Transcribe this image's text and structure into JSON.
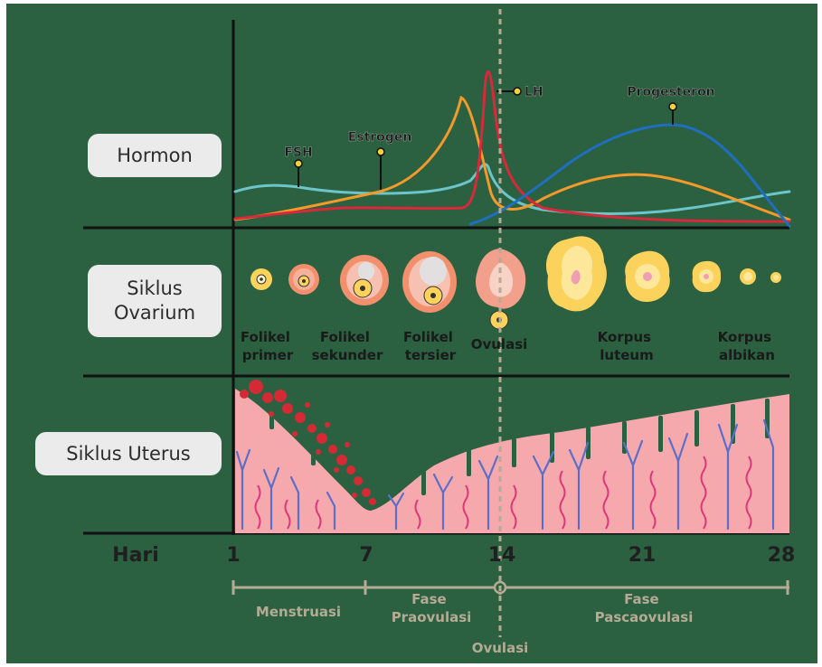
{
  "rows": {
    "hormone": "Hormon",
    "ovary": "Siklus\nOvarium",
    "uterus": "Siklus Uterus"
  },
  "hormones": {
    "fsh": "FSH",
    "estrogen": "Estrogen",
    "lh": "LH",
    "progesterone": "Progesteron"
  },
  "ovary_stages": [
    "Folikel\nprimer",
    "Folikel\nsekunder",
    "Folikel\ntersier",
    "Ovulasi",
    "Korpus\nluteum",
    "Korpus\nalbikan"
  ],
  "axis": {
    "label": "Hari",
    "ticks": [
      "1",
      "7",
      "14",
      "21",
      "28"
    ]
  },
  "phases": {
    "menstruation": "Menstruasi",
    "preovulation": "Fase\nPraovulasi",
    "postovulation": "Fase\nPascaovulasi",
    "ovulation": "Ovulasi"
  },
  "colors": {
    "panel": "#2b6040",
    "fsh": "#6cc6c9",
    "estrogen": "#f39a2a",
    "lh": "#d8283a",
    "progesterone": "#1f6fbe",
    "endometrium": "#f6a9ad",
    "blood": "#d42a35",
    "follicle": "#fbd25c",
    "phase_bar": "#b5ab95"
  }
}
